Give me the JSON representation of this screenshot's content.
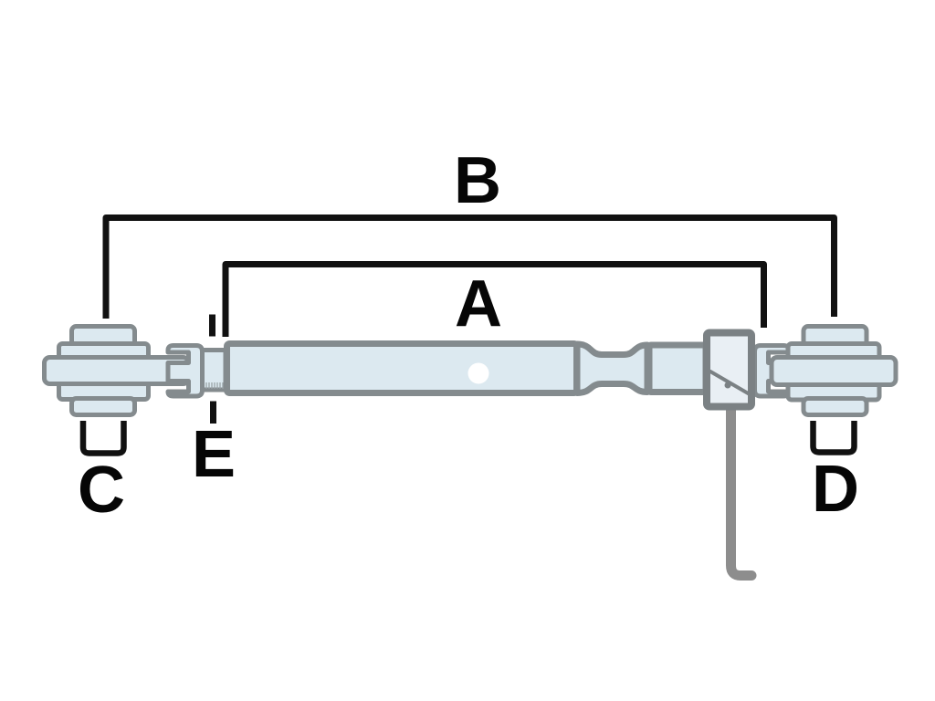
{
  "figure": {
    "kind": "parts-dimension-diagram",
    "subject": "adjustable-top-link-turnbuckle"
  },
  "labels": {
    "a": "A",
    "b": "B",
    "c": "C",
    "d": "D",
    "e": "E"
  },
  "colors": {
    "background": "#ffffff",
    "part_fill": "#dce9f0",
    "part_fill_light": "#e9eff4",
    "part_stroke": "#848b8e",
    "part_stroke_dark": "#7b8184",
    "handle_gray": "#8d8d8d",
    "thread_gray": "#9aa3a7",
    "dimension_black": "#111111",
    "label_black": "#060606"
  }
}
